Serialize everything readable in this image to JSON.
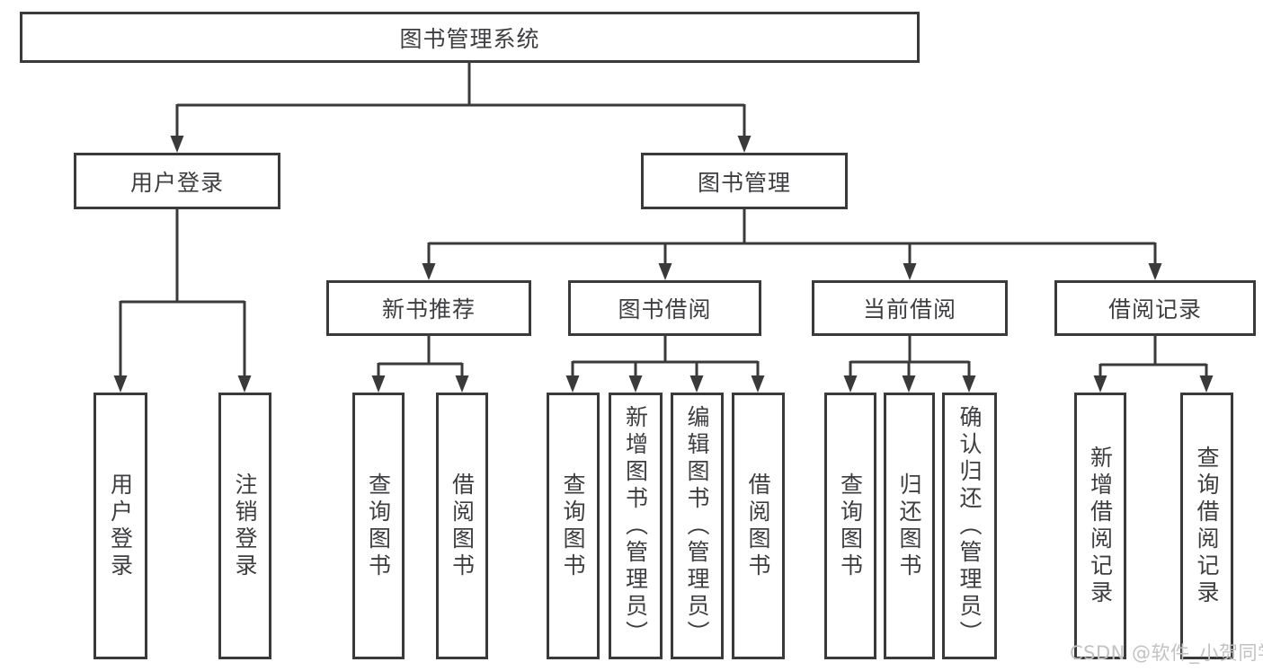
{
  "diagram": {
    "root": {
      "label": "图书管理系统"
    },
    "level2": {
      "user_login": {
        "label": "用户登录"
      },
      "book_management": {
        "label": "图书管理"
      }
    },
    "categories": {
      "new_book_recommend": {
        "label": "新书推荐"
      },
      "book_borrowing": {
        "label": "图书借阅"
      },
      "current_borrowing": {
        "label": "当前借阅"
      },
      "borrowing_records": {
        "label": "借阅记录"
      }
    },
    "leaves": {
      "user_login": {
        "label": "用户登录"
      },
      "logout": {
        "label": "注销登录"
      },
      "nbr_query_books": {
        "label": "查询图书"
      },
      "nbr_borrow_books": {
        "label": "借阅图书"
      },
      "bb_query_books": {
        "label": "查询图书"
      },
      "bb_add_books_admin": {
        "label": "新增图书（管理员）"
      },
      "bb_edit_books_admin": {
        "label": "编辑图书（管理员）"
      },
      "bb_borrow_books": {
        "label": "借阅图书"
      },
      "cb_query_books": {
        "label": "查询图书"
      },
      "cb_return_books": {
        "label": "归还图书"
      },
      "cb_confirm_return_admin": {
        "label": "确认归还（管理员）"
      },
      "br_add_record": {
        "label": "新增借阅记录"
      },
      "br_query_record": {
        "label": "查询借阅记录"
      }
    }
  },
  "watermark": "CSDN @软件_小贺同学",
  "colors": {
    "line": "#3a3a3a",
    "text": "#3e3e41",
    "watermark": "#c3c2c2",
    "background": "#ffffff"
  }
}
